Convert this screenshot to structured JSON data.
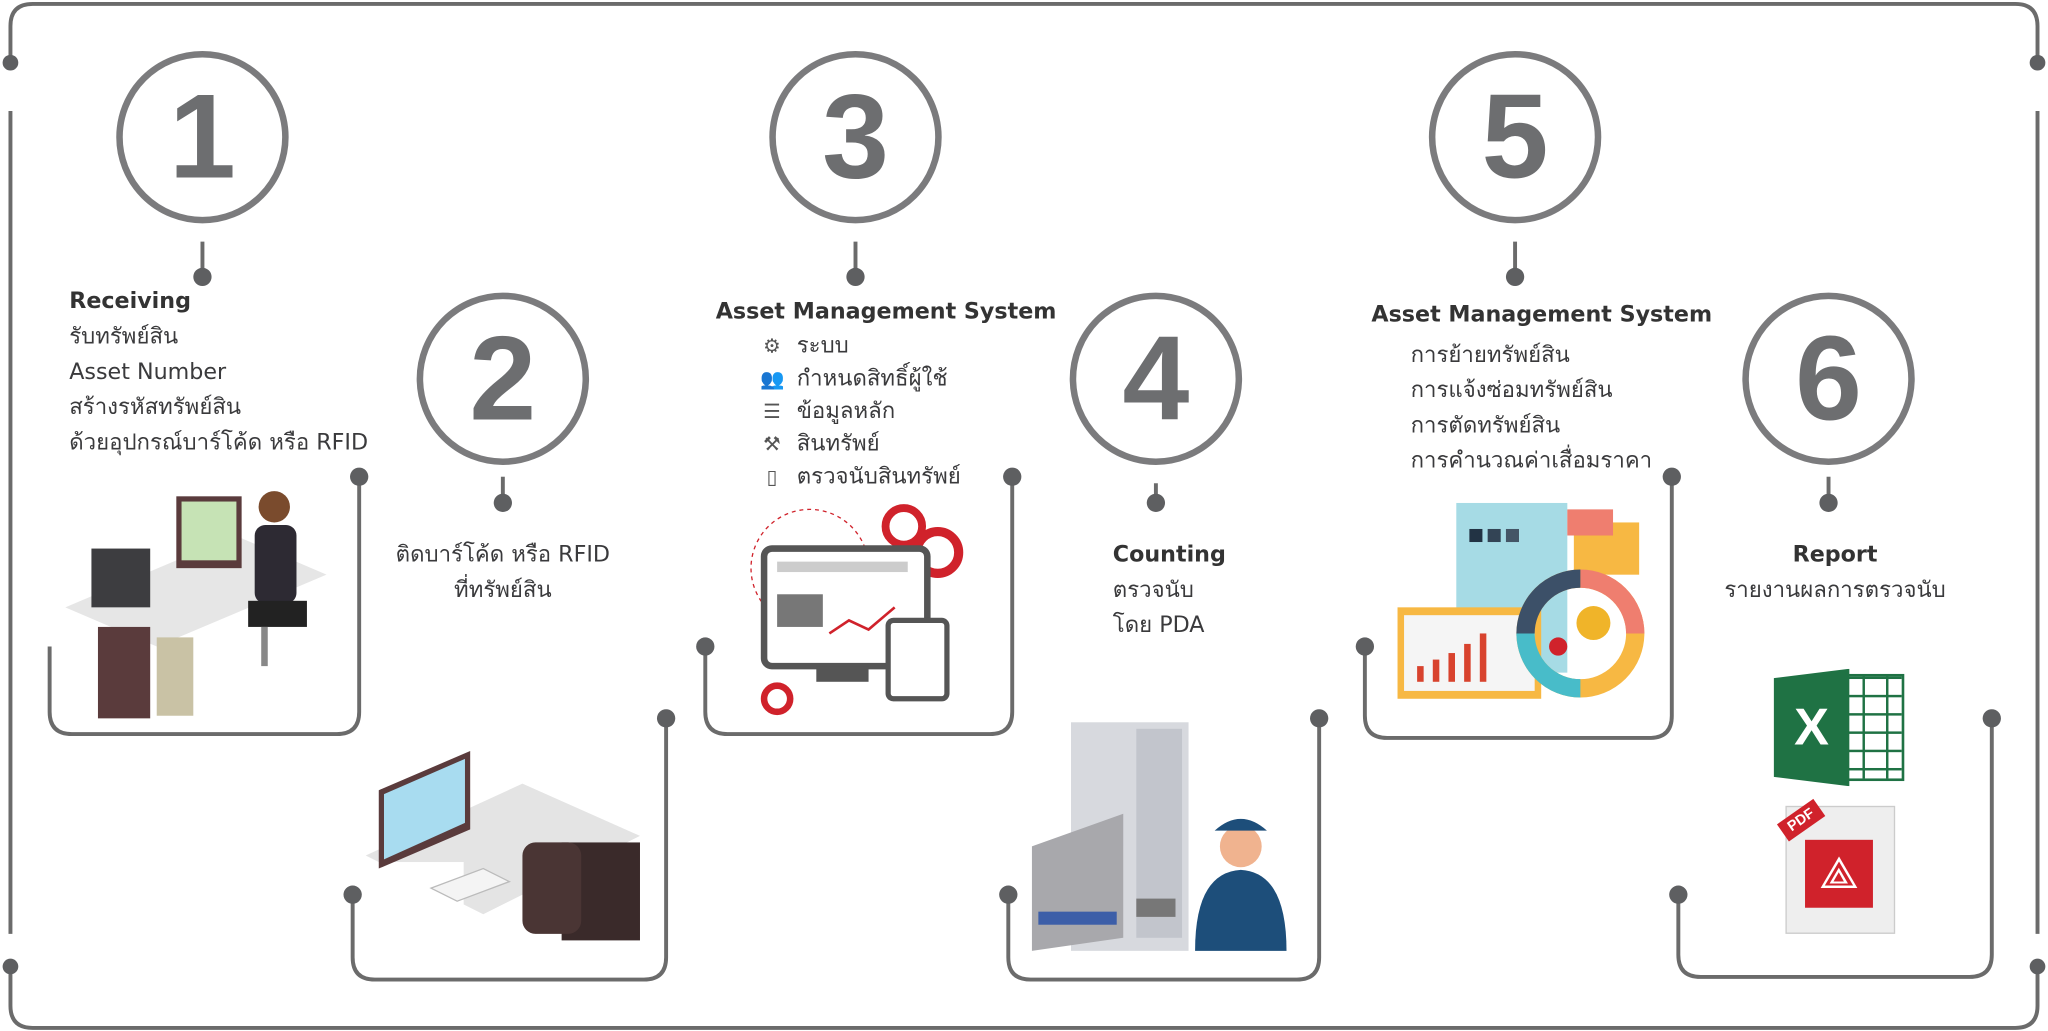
{
  "steps": [
    {
      "number": "1",
      "title": "Receiving",
      "lines": [
        "รับทรัพย์สิน",
        "Asset Number",
        "สร้างรหัสทรัพย์สิน",
        "ด้วยอุปกรณ์บาร์โค้ด หรือ RFID"
      ]
    },
    {
      "number": "2",
      "lines": [
        "ติดบาร์โค้ด หรือ RFID",
        "ที่ทรัพย์สิน"
      ]
    },
    {
      "number": "3",
      "title": "Asset Management System",
      "items": [
        {
          "icon": "gear-icon",
          "label": "ระบบ"
        },
        {
          "icon": "users-icon",
          "label": "กำหนดสิทธิ์ผู้ใช้"
        },
        {
          "icon": "list-icon",
          "label": "ข้อมูลหลัก"
        },
        {
          "icon": "gavel-icon",
          "label": "สินทรัพย์"
        },
        {
          "icon": "tablet-icon",
          "label": "ตรวจนับสินทรัพย์"
        }
      ]
    },
    {
      "number": "4",
      "title": "Counting",
      "lines": [
        "ตรวจนับ",
        "โดย PDA"
      ]
    },
    {
      "number": "5",
      "title": "Asset Management System",
      "lines": [
        "การย้ายทรัพย์สิน",
        "การแจ้งซ่อมทรัพย์สิน",
        "การตัดทรัพย์สิน",
        "การคำนวณค่าเสื่อมราคา"
      ]
    },
    {
      "number": "6",
      "title": "Report",
      "lines": [
        "รายงานผลการตรวจนับ"
      ],
      "file_icons": {
        "excel": "X",
        "pdf": "PDF"
      }
    }
  ],
  "colors": {
    "line": "#6b6b6b",
    "circle": "#7b7b7d",
    "accent_red": "#d0222b",
    "excel_green": "#1f7244"
  }
}
